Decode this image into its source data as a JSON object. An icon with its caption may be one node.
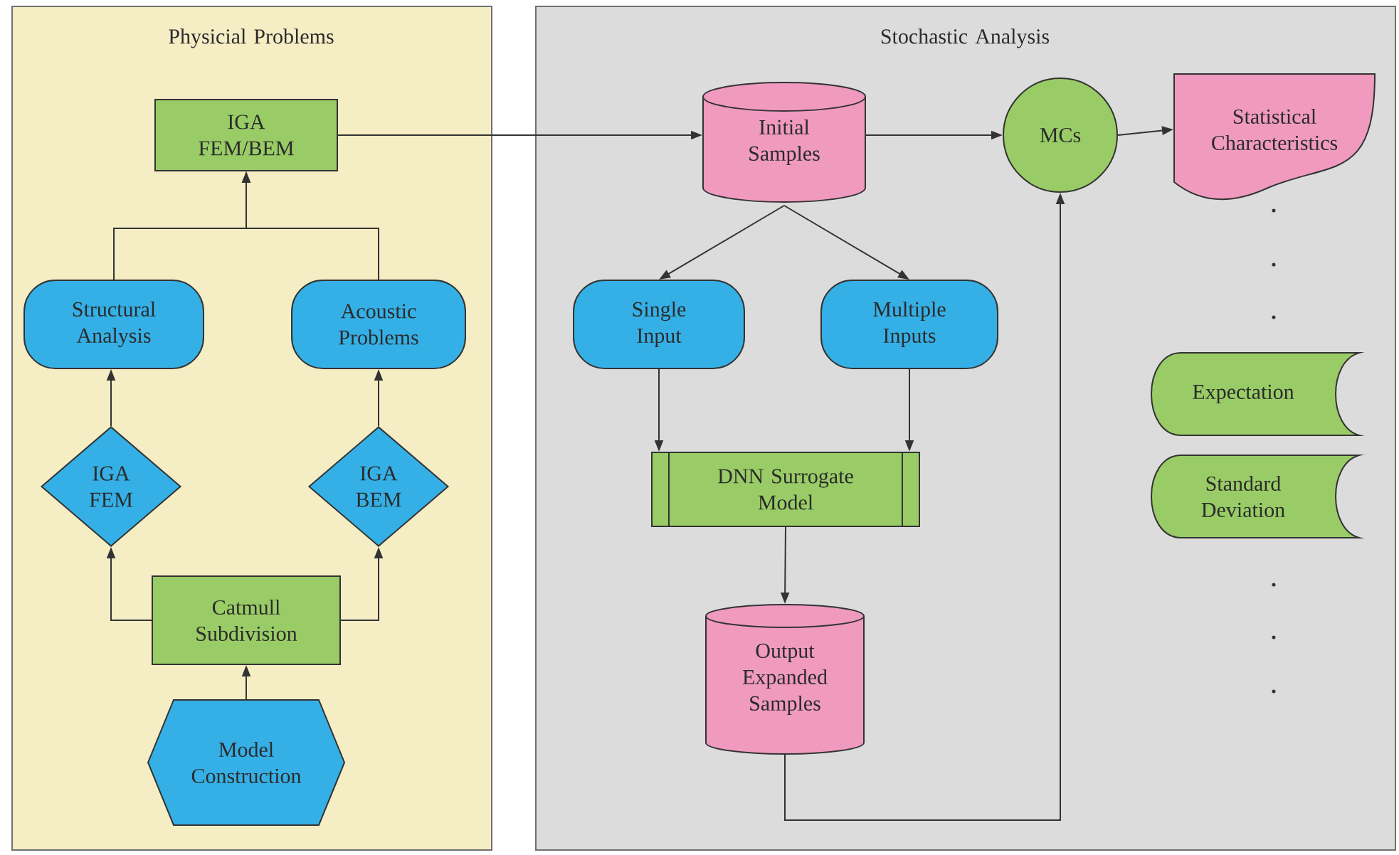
{
  "diagram": {
    "nodes": [
      {
        "text": [
          "Physicial Problems"
        ]
      },
      {
        "text": [
          "Stochastic Analysis"
        ]
      },
      {
        "text": [
          "IGA FEM/BEM"
        ],
        "in": 0
      },
      {
        "text": [
          "Structural Analysis"
        ],
        "in": 0
      },
      {
        "text": [
          "Acoustic Problems"
        ],
        "in": 0
      },
      {
        "text": [
          "IGA FEM"
        ],
        "in": 0
      },
      {
        "text": [
          "IGA BEM"
        ],
        "in": 0
      },
      {
        "text": [
          "Catmull Subdivision"
        ],
        "in": 0
      },
      {
        "text": [
          "Model Construction"
        ],
        "in": 0
      },
      {
        "text": [
          "Initial Samples"
        ],
        "in": 1
      },
      {
        "text": [
          "MCs"
        ],
        "in": 1
      },
      {
        "text": [
          "Statistical Characteristics"
        ],
        "in": 1
      },
      {
        "text": [
          "Single Input"
        ],
        "in": 1
      },
      {
        "text": [
          "Multiple Inputs"
        ],
        "in": 1
      },
      {
        "text": [
          "DNN Surrogate Model"
        ],
        "in": 1
      },
      {
        "text": [
          "Output Expanded Samples"
        ],
        "in": 1
      },
      {
        "text": [
          "Expectation"
        ],
        "in": 1
      },
      {
        "text": [
          "Standard Deviation"
        ],
        "in": 1
      }
    ],
    "edges": [
      {
        "from": 8,
        "to": 7,
        "arrow": "to"
      },
      {
        "from": 7,
        "to": 5,
        "arrow": "to"
      },
      {
        "from": 7,
        "to": 6,
        "arrow": "to"
      },
      {
        "from": 5,
        "to": 3,
        "arrow": "to"
      },
      {
        "from": 6,
        "to": 4,
        "arrow": "to"
      },
      {
        "from": 3,
        "to": 2,
        "arrow": "to"
      },
      {
        "from": 4,
        "to": 2,
        "arrow": "to"
      },
      {
        "from": 2,
        "to": 9,
        "arrow": "to"
      },
      {
        "from": 9,
        "to": 10,
        "arrow": "to"
      },
      {
        "from": 10,
        "to": 11,
        "arrow": "to"
      },
      {
        "from": 9,
        "to": 12,
        "arrow": "to"
      },
      {
        "from": 9,
        "to": 13,
        "arrow": "to"
      },
      {
        "from": 12,
        "to": 14,
        "arrow": "to"
      },
      {
        "from": 13,
        "to": 14,
        "arrow": "to"
      },
      {
        "from": 14,
        "to": 15,
        "arrow": "to"
      },
      {
        "from": 15,
        "to": 10,
        "arrow": "to"
      }
    ]
  }
}
